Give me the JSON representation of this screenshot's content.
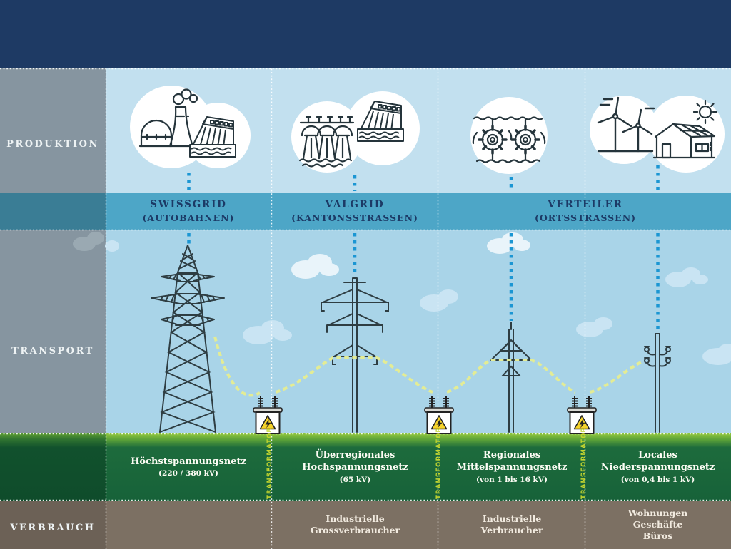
{
  "sidebar": {
    "production": "PRODUKTION",
    "transport": "TRANSPORT",
    "consumption": "VERBRAUCH"
  },
  "grid_operators": [
    {
      "name": "SWISSGRID",
      "roads": "(AUTOBAHNEN)"
    },
    {
      "name": "VALGRID",
      "roads": "(KANTONSSTRASSEN)"
    },
    {
      "name": "VERTEILER",
      "roads": "(ORTSSTRASSEN)"
    }
  ],
  "production_sources": [
    {
      "icons": [
        "nuclear-power-plant",
        "dam"
      ]
    },
    {
      "icons": [
        "run-of-river-weir",
        "dam"
      ]
    },
    {
      "icons": [
        "water-turbines"
      ]
    },
    {
      "icons": [
        "wind-turbines",
        "solar-house",
        "sun"
      ]
    }
  ],
  "networks": [
    {
      "name_lines": [
        "Höchstspannungsnetz"
      ],
      "voltage": "(220 / 380 kV)"
    },
    {
      "name_lines": [
        "Überregionales",
        "Hochspannungsnetz"
      ],
      "voltage": "(65 kV)"
    },
    {
      "name_lines": [
        "Regionales",
        "Mittelspannungsnetz"
      ],
      "voltage": "(von 1 bis 16 kV)"
    },
    {
      "name_lines": [
        "Locales",
        "Niederspannungsnetz"
      ],
      "voltage": "(von 0,4 bis 1 kV)"
    }
  ],
  "consumers": [
    {
      "lines": [
        "Industrielle",
        "Grossverbraucher"
      ]
    },
    {
      "lines": [
        "Industrielle",
        "Verbraucher"
      ]
    },
    {
      "lines": [
        "Wohnungen",
        "Geschäfte",
        "Büros"
      ]
    }
  ],
  "transformer_label": "TRANSFORMATOR",
  "colors": {
    "header_navy": "#1e3a64",
    "sidebar_gray": "#8695a0",
    "sidebar_teal": "#3a7d95",
    "production_bg": "#c2e0ef",
    "grid_band_teal": "#4da6c7",
    "sky_blue": "#a9d4e8",
    "network_green": "#176239",
    "grass_green": "#90c63f",
    "consumer_brown": "#7c7063",
    "heading_navy": "#1c3a66",
    "connector_blue": "#1b96d3",
    "cable_yellow": "#e3ec95",
    "transformer_label_color": "#c3d52f"
  }
}
